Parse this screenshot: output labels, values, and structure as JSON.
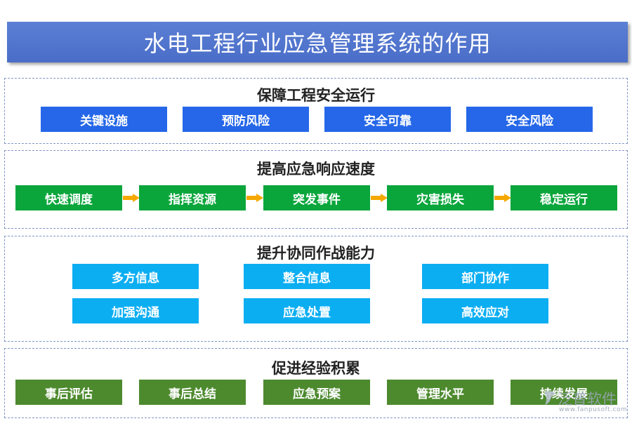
{
  "title": "水电工程行业应急管理系统的作用",
  "sections": [
    {
      "heading": "保障工程安全运行",
      "items": [
        "关键设施",
        "预防风险",
        "安全可靠",
        "安全风险"
      ]
    },
    {
      "heading": "提高应急响应速度",
      "items": [
        "快速调度",
        "指挥资源",
        "突发事件",
        "灾害损失",
        "稳定运行"
      ]
    },
    {
      "heading": "提升协同作战能力",
      "items": [
        "多方信息",
        "整合信息",
        "部门协作",
        "加强沟通",
        "应急处置",
        "高效应对"
      ]
    },
    {
      "heading": "促进经验积累",
      "items": [
        "事后评估",
        "事后总结",
        "应急预案",
        "管理水平",
        "持续发展"
      ]
    }
  ],
  "watermark": {
    "text": "泛普软件",
    "url": "www.fanpusoft.com"
  },
  "colors": {
    "title_bg": "#4a6dc8",
    "row1": "#2567e8",
    "row2": "#0aa63c",
    "row3": "#0caef2",
    "row4": "#4d8a2e",
    "arrow": "#f5a800"
  }
}
